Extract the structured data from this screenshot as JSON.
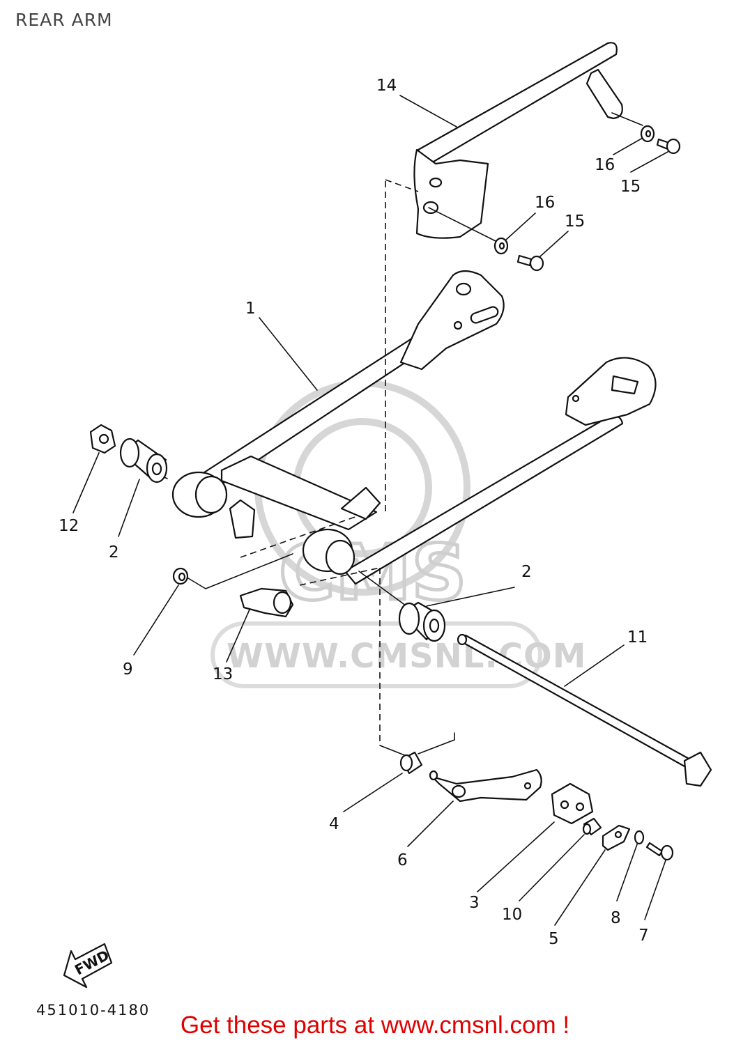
{
  "title": "REAR ARM",
  "watermark": {
    "letters": "CMS",
    "url": "WWW.CMSNL.COM"
  },
  "direction_arrow": {
    "label": "FWD"
  },
  "callouts": [
    {
      "id": "c1",
      "number": "1"
    },
    {
      "id": "c2a",
      "number": "2"
    },
    {
      "id": "c2b",
      "number": "2"
    },
    {
      "id": "c3",
      "number": "3"
    },
    {
      "id": "c4",
      "number": "4"
    },
    {
      "id": "c5",
      "number": "5"
    },
    {
      "id": "c6",
      "number": "6"
    },
    {
      "id": "c7",
      "number": "7"
    },
    {
      "id": "c8",
      "number": "8"
    },
    {
      "id": "c9",
      "number": "9"
    },
    {
      "id": "c10",
      "number": "10"
    },
    {
      "id": "c11",
      "number": "11"
    },
    {
      "id": "c12",
      "number": "12"
    },
    {
      "id": "c13",
      "number": "13"
    },
    {
      "id": "c14",
      "number": "14"
    },
    {
      "id": "c15a",
      "number": "15"
    },
    {
      "id": "c15b",
      "number": "15"
    },
    {
      "id": "c16a",
      "number": "16"
    },
    {
      "id": "c16b",
      "number": "16"
    }
  ],
  "reference_code": "451010-4180",
  "promo_text": "Get these parts at www.cmsnl.com !",
  "colors": {
    "promo": "#e00000",
    "line": "#111111",
    "watermark": "#d0d0d0"
  }
}
